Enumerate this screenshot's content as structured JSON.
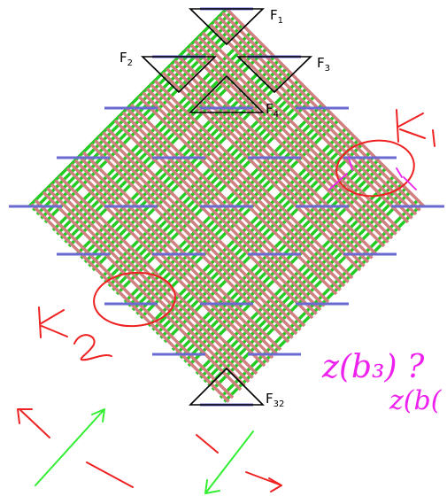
{
  "labels": {
    "F1": "F",
    "F1_sub": "1",
    "F2": "F",
    "F2_sub": "2",
    "F3": "F",
    "F3_sub": "3",
    "F4": "F",
    "F4_sub": "4",
    "F32": "F",
    "F32_sub": "32"
  },
  "annotations": {
    "K1_glyph": "K",
    "K1_index": "1",
    "K2_glyph": "K",
    "K2_index": "2",
    "inequality_line1": "z(b₃) ?",
    "inequality_line2": "z(b("
  },
  "colors": {
    "green": "#22cc22",
    "red": "#d08080",
    "blue": "#6a6ad0",
    "black": "#000000",
    "annotation_red": "#ee2222",
    "annotation_magenta": "#ee22ee",
    "annotation_green": "#33ee33"
  }
}
